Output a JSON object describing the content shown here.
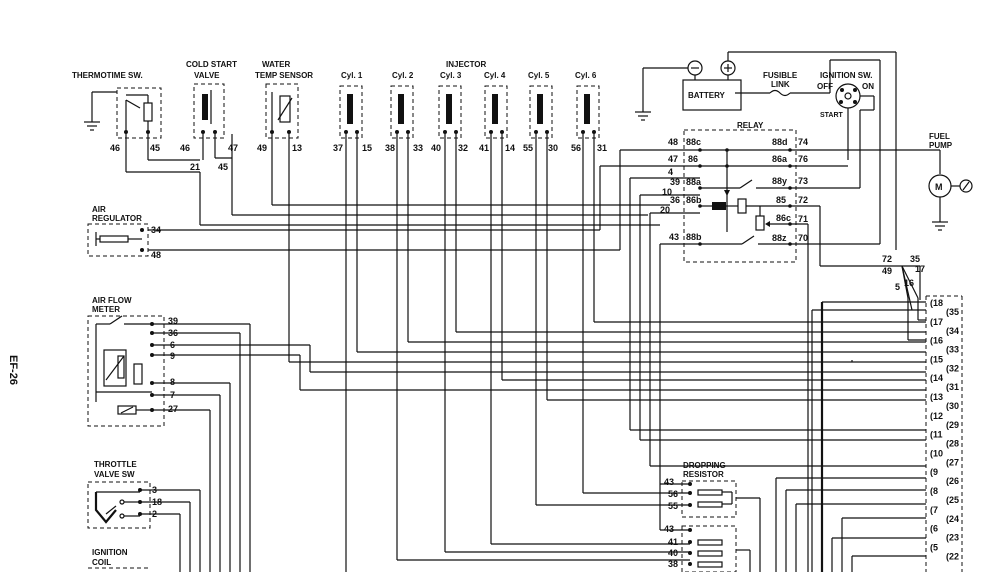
{
  "page_label": "EF-26",
  "components": {
    "thermotime": "THERMOTIME SW.",
    "cold_start": [
      "COLD START",
      "VALVE"
    ],
    "water_temp": [
      "WATER",
      "TEMP SENSOR"
    ],
    "injector_header": "INJECTOR",
    "cylinders": [
      "Cyl. 1",
      "Cyl. 2",
      "Cyl. 3",
      "Cyl. 4",
      "Cyl. 5",
      "Cyl. 6"
    ],
    "battery": "BATTERY",
    "fusible": [
      "FUSIBLE",
      "LINK"
    ],
    "ignition_sw": "IGNITION SW.",
    "ign_off": "OFF",
    "ign_on": "ON",
    "ign_start": "START",
    "relay": "RELAY",
    "fuel_pump": [
      "FUEL",
      "PUMP"
    ],
    "air_regulator": [
      "AIR",
      "REGULATOR"
    ],
    "air_flow_meter": [
      "AIR FLOW",
      "METER"
    ],
    "throttle_valve": [
      "THROTTLE",
      "VALVE SW"
    ],
    "ignition_coil": [
      "IGNITION",
      "COIL"
    ],
    "dropping_resistor": [
      "DROPPING",
      "RESISTOR"
    ]
  },
  "pins": {
    "thermotime": [
      "46",
      "45"
    ],
    "cold_start": [
      "46",
      "47",
      "21",
      "45"
    ],
    "water_temp": [
      "49",
      "13"
    ],
    "injectors": [
      [
        "37",
        "15"
      ],
      [
        "38",
        "33"
      ],
      [
        "40",
        "32"
      ],
      [
        "41",
        "14"
      ],
      [
        "55",
        "30"
      ],
      [
        "56",
        "31"
      ]
    ],
    "relay_left": [
      "48",
      "47",
      "4",
      "10",
      "20",
      "43"
    ],
    "relay_inner_left": [
      "88c",
      "86",
      "88a",
      "86b",
      "88b"
    ],
    "relay_inner_extra": [
      "39",
      "36"
    ],
    "relay_right_inner": [
      "88d",
      "86a",
      "88y",
      "85",
      "86c",
      "88z"
    ],
    "relay_right": [
      "74",
      "76",
      "73",
      "72",
      "71",
      "70"
    ],
    "junction": [
      "72",
      "35",
      "49",
      "17",
      "5",
      "16"
    ],
    "air_regulator": [
      "34",
      "48"
    ],
    "air_flow_meter": [
      "39",
      "36",
      "6",
      "9",
      "8",
      "7",
      "27"
    ],
    "throttle": [
      "3",
      "18",
      "2"
    ],
    "dropping_top": [
      "43",
      "56",
      "55"
    ],
    "dropping_bottom": [
      "43",
      "41",
      "40",
      "38"
    ],
    "connector_inner": [
      "18",
      "17",
      "16",
      "15",
      "14",
      "13",
      "12",
      "11",
      "10",
      "9",
      "8",
      "7",
      "6",
      "5"
    ],
    "connector_outer": [
      "35",
      "34",
      "33",
      "32",
      "31",
      "30",
      "29",
      "28",
      "27",
      "26",
      "25",
      "24",
      "23",
      "22"
    ]
  }
}
